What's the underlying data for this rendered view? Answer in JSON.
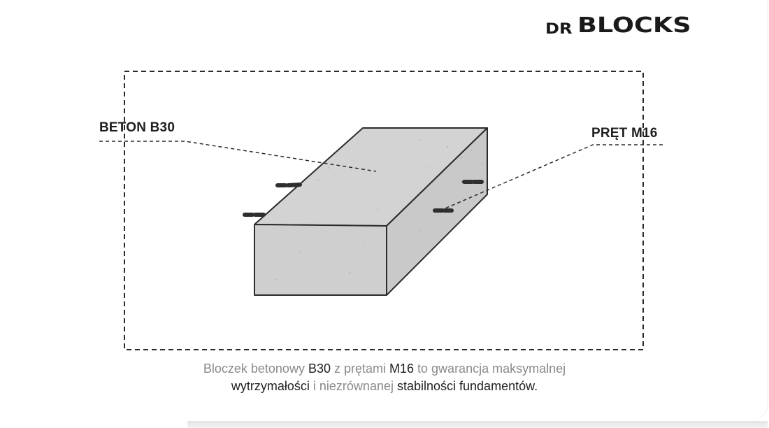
{
  "logo": {
    "prefix": "DR",
    "main": "BLOCKS"
  },
  "labels": {
    "concrete": "BETON B30",
    "rod": "PRĘT M16"
  },
  "caption": {
    "line1": [
      {
        "text": "Bloczek betonowy ",
        "emph": false
      },
      {
        "text": "B30",
        "emph": true
      },
      {
        "text": " z prętami ",
        "emph": false
      },
      {
        "text": "M16",
        "emph": true
      },
      {
        "text": " to gwarancja maksymalnej",
        "emph": false
      }
    ],
    "line2": [
      {
        "text": "wytrzymałości",
        "emph": true
      },
      {
        "text": " i niezrównanej ",
        "emph": false
      },
      {
        "text": "stabilności fundamentów.",
        "emph": true
      }
    ]
  },
  "colors": {
    "block_face": "#cfcfcf",
    "block_top": "#d3d3d3",
    "outline": "#2b2b2b",
    "rod": "#2e2e2e",
    "caption_muted": "#8a8a8a",
    "caption_emph": "#1f1f1f"
  }
}
